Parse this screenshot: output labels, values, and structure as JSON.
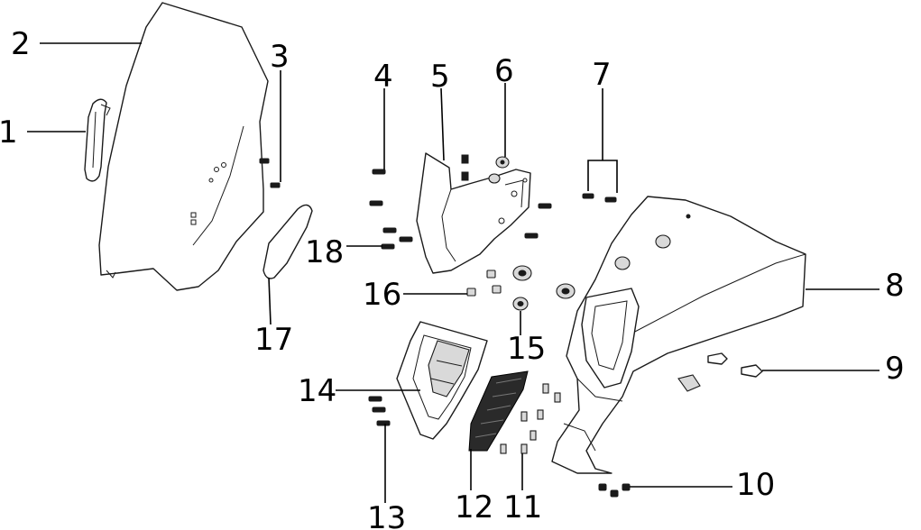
{
  "diagram": {
    "callouts": [
      "1",
      "2",
      "3",
      "4",
      "5",
      "6",
      "7",
      "8",
      "9",
      "10",
      "11",
      "12",
      "13",
      "14",
      "15",
      "16",
      "17",
      "18"
    ]
  },
  "parts": [
    {
      "id": "1",
      "icon": "handle-grip-icon"
    },
    {
      "id": "2",
      "icon": "windshield-icon"
    },
    {
      "id": "3",
      "icon": "screw-icon"
    },
    {
      "id": "4",
      "icon": "bolt-icon"
    },
    {
      "id": "5",
      "icon": "bracket-icon"
    },
    {
      "id": "6",
      "icon": "nut-icon"
    },
    {
      "id": "7",
      "icon": "screw-icon"
    },
    {
      "id": "8",
      "icon": "front-cover-icon"
    },
    {
      "id": "9",
      "icon": "clip-icon"
    },
    {
      "id": "10",
      "icon": "screw-icon"
    },
    {
      "id": "11",
      "icon": "nut-icon"
    },
    {
      "id": "12",
      "icon": "mesh-grille-icon"
    },
    {
      "id": "13",
      "icon": "screw-icon"
    },
    {
      "id": "14",
      "icon": "inner-panel-icon"
    },
    {
      "id": "15",
      "icon": "grommet-icon"
    },
    {
      "id": "16",
      "icon": "spacer-icon"
    },
    {
      "id": "17",
      "icon": "trim-panel-icon"
    },
    {
      "id": "18",
      "icon": "bolt-icon"
    }
  ]
}
